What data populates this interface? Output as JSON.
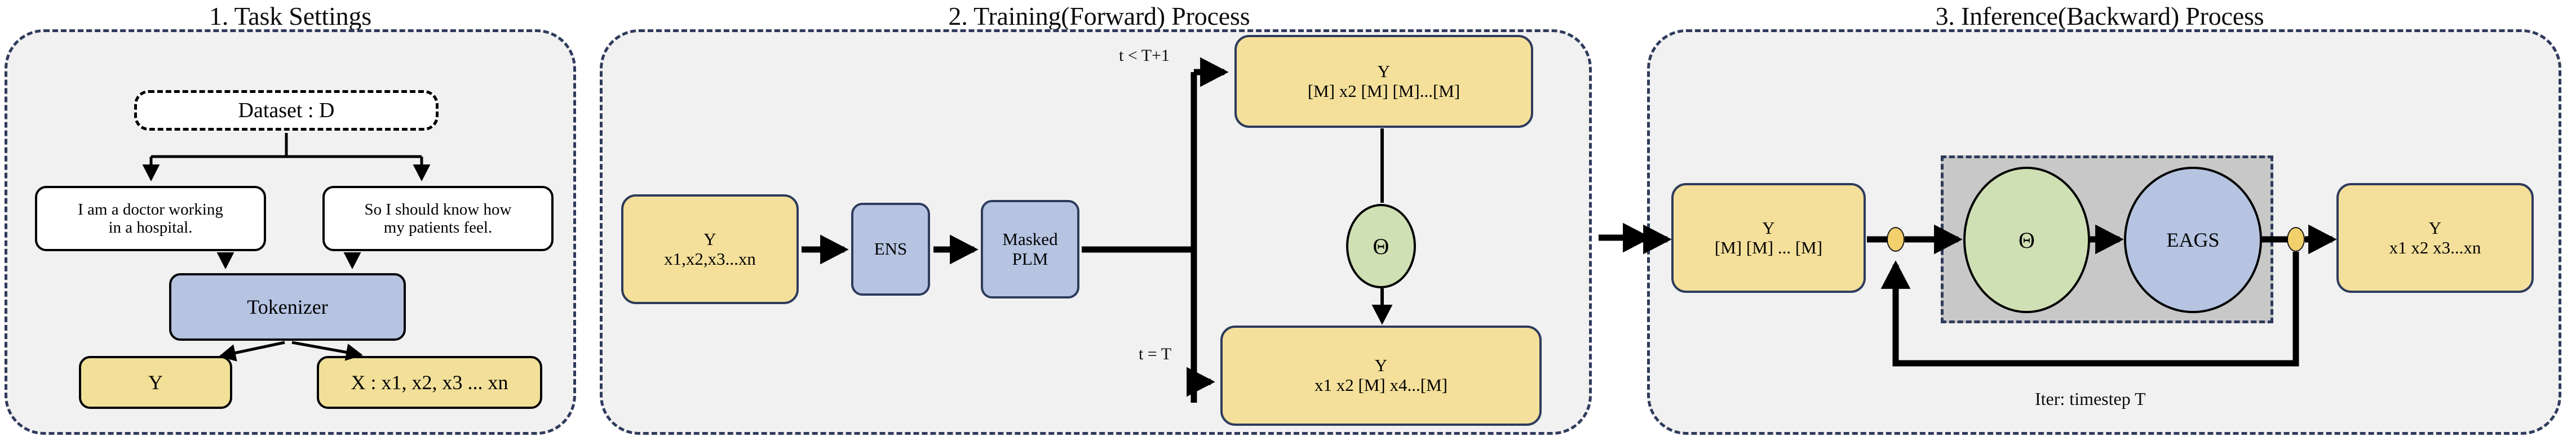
{
  "figure": {
    "background": "#ffffff",
    "panel_fill": "#f1f1f1",
    "panel_border": "#2e3b5c",
    "accent_yellow": "#f4e09b",
    "accent_blue": "#b6c4e2",
    "accent_green": "#cfe0b4",
    "accent_gray": "#c8c8c8",
    "dot_yellow": "#f2d06b"
  },
  "panels": [
    {
      "id": "task-settings",
      "title": "1. Task Settings",
      "nodes": {
        "dataset": "Dataset : D",
        "sentence_a_line1": "I am a doctor working",
        "sentence_a_line2": "in a hospital.",
        "sentence_b_line1": "So I should know how",
        "sentence_b_line2": "my patients feel.",
        "tokenizer": "Tokenizer",
        "out_y": "Y",
        "out_x": "X : x1, x2, x3 ... xn"
      }
    },
    {
      "id": "training-forward",
      "title": "2. Training(Forward) Process",
      "nodes": {
        "input_line1": "Y",
        "input_line2": "x1,x2,x3...xn",
        "ens": "ENS",
        "masked_plm_line1": "Masked",
        "masked_plm_line2": "PLM",
        "branch_top_label": "t < T+1",
        "branch_bottom_label": "t = T",
        "top_out_line1": "Y",
        "top_out_line2": "[M] x2 [M] [M]...[M]",
        "theta": "Θ",
        "bottom_out_line1": "Y",
        "bottom_out_line2": "x1 x2 [M] x4...[M]"
      }
    },
    {
      "id": "inference-backward",
      "title": "3. Inference(Backward) Process",
      "nodes": {
        "input_line1": "Y",
        "input_line2": "[M] [M] ... [M]",
        "theta": "Θ",
        "eags": "EAGS",
        "output_line1": "Y",
        "output_line2": "x1 x2 x3...xn",
        "loop_caption": "Iter: timestep T"
      }
    }
  ]
}
